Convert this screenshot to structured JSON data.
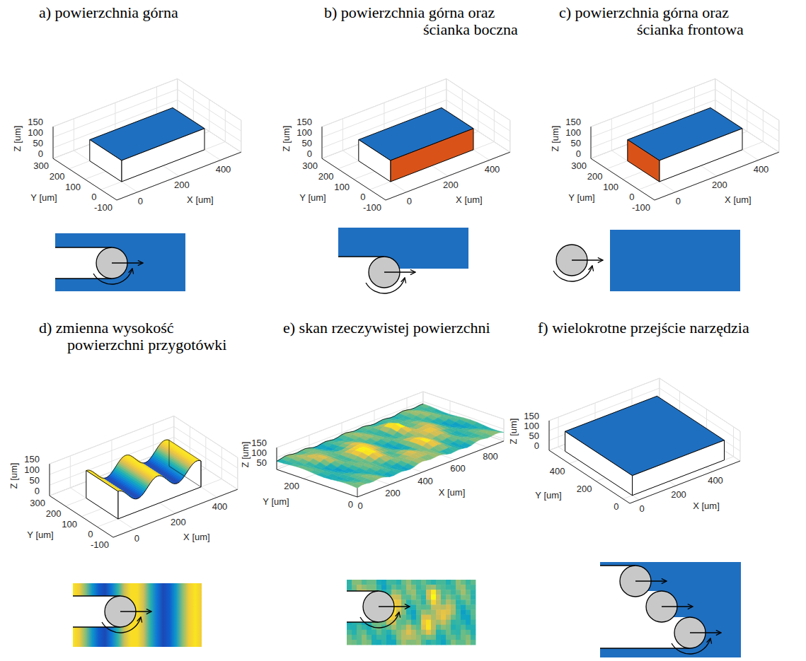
{
  "diagram": {
    "labels": [
      "a) powierzchnia górna",
      "Z [um]",
      "150",
      "100",
      "50",
      "0",
      "Y [um]",
      "300",
      "200",
      "100",
      "0",
      "-100",
      "X [um]",
      "0",
      "200",
      "400",
      "b) powierzchnia górna oraz ścianka boczna",
      "Z [um]",
      "150",
      "100",
      "50",
      "0",
      "Y [um]",
      "300",
      "200",
      "100",
      "0",
      "-100",
      "X [um]",
      "0",
      "200",
      "400",
      "c) powierzchnia górna oraz ścianka frontowa",
      "Z [um]",
      "150",
      "100",
      "50",
      "0",
      "Y [um]",
      "300",
      "200",
      "100",
      "0",
      "-100",
      "X [um]",
      "0",
      "200",
      "400",
      "d) zmienna wysokość powierzchni przygotówki",
      "Z [um]",
      "150",
      "100",
      "50",
      "0",
      "Y [um]",
      "300",
      "200",
      "100",
      "0",
      "-100",
      "X [um]",
      "0",
      "200",
      "400",
      "e) skan rzeczywistej powierzchni",
      "Z [um]",
      "150",
      "100",
      "50",
      "Y [um]",
      "200",
      "0",
      "X [um]",
      "0",
      "200",
      "400",
      "600",
      "800",
      "f) wielokrotne przejście narzędzia",
      "Z [um]",
      "150",
      "100",
      "50",
      "0",
      "Y [um]",
      "400",
      "200",
      "0",
      "X [um]",
      "0",
      "200",
      "400"
    ]
  }
}
